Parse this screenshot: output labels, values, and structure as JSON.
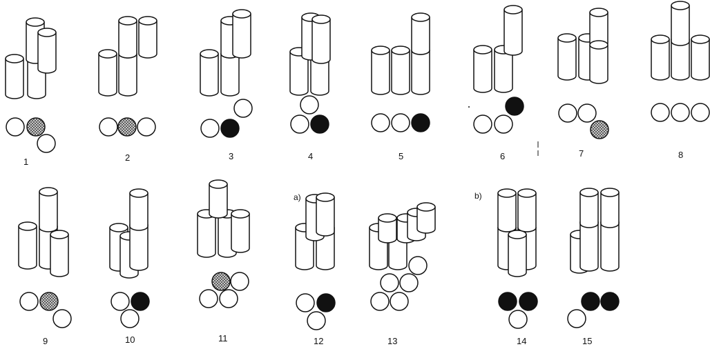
{
  "colors": {
    "ink": "#111111",
    "paper": "#ffffff",
    "stipple_fill": "#8a8a8a"
  },
  "sub_labels": [
    "a)",
    "b)"
  ],
  "arrangements": [
    {
      "number": "1",
      "highlight": "stippled"
    },
    {
      "number": "2",
      "highlight": "stippled"
    },
    {
      "number": "3",
      "highlight": "solid"
    },
    {
      "number": "4",
      "highlight": "solid"
    },
    {
      "number": "5",
      "highlight": "solid"
    },
    {
      "number": "6",
      "highlight": "solid"
    },
    {
      "number": "7",
      "highlight": "stippled"
    },
    {
      "number": "8",
      "highlight": "stippled"
    },
    {
      "number": "9",
      "highlight": "stippled"
    },
    {
      "number": "10",
      "highlight": "solid"
    },
    {
      "number": "11",
      "highlight": "stippled"
    },
    {
      "number": "12",
      "highlight": "solid"
    },
    {
      "number": "13",
      "highlight": "none"
    },
    {
      "number": "14",
      "highlight": "solid"
    },
    {
      "number": "15",
      "highlight": "solid"
    }
  ]
}
